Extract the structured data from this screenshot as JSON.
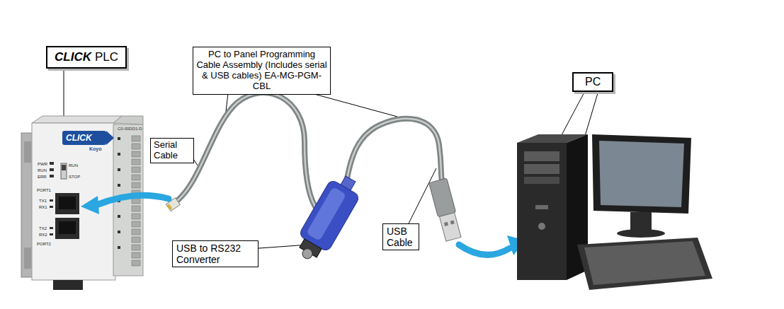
{
  "diagram": {
    "nodes": [
      {
        "text": [
          "CLICK",
          "PLC"
        ]
      },
      {
        "text": [
          "PC to Panel Programming Cable Assembly (Includes serial & USB cables) EA-MG-PGM-CBL"
        ]
      },
      {
        "text": [
          "Serial Cable"
        ]
      },
      {
        "text": [
          "USB to RS232 Converter"
        ]
      },
      {
        "text": [
          "USB Cable"
        ]
      },
      {
        "text": [
          "PC"
        ]
      }
    ],
    "labels": [
      "CLICK",
      "Koyo",
      "C0-00DD1-D",
      "PWR",
      "RUN",
      "ERR",
      "RUN",
      "STOP",
      "PORT1",
      "TX1",
      "RX1",
      "TX2",
      "RX2",
      "PORT2"
    ]
  }
}
